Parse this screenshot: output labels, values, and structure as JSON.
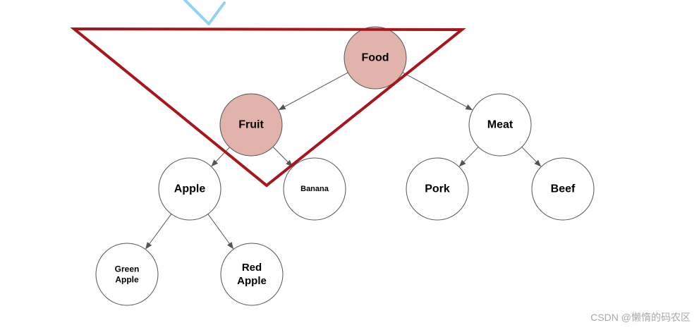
{
  "colors": {
    "highlight_fill": "#e2b3ab",
    "highlight_stroke": "#555555",
    "node_fill": "#ffffff",
    "node_stroke": "#555555",
    "edge": "#555555",
    "triangle": "#a6161a",
    "pen_marker": "#8fd3f0"
  },
  "nodes": {
    "food": {
      "lines": [
        "Food"
      ],
      "highlighted": true
    },
    "fruit": {
      "lines": [
        "Fruit"
      ],
      "highlighted": true
    },
    "meat": {
      "lines": [
        "Meat"
      ],
      "highlighted": false
    },
    "apple": {
      "lines": [
        "Apple"
      ],
      "highlighted": false
    },
    "banana": {
      "lines": [
        "Banana"
      ],
      "highlighted": false
    },
    "pork": {
      "lines": [
        "Pork"
      ],
      "highlighted": false
    },
    "beef": {
      "lines": [
        "Beef"
      ],
      "highlighted": false
    },
    "green_apple": {
      "lines": [
        "Green",
        "Apple"
      ],
      "highlighted": false
    },
    "red_apple": {
      "lines": [
        "Red",
        "Apple"
      ],
      "highlighted": false
    }
  },
  "edges": [
    {
      "from": "food",
      "to": "fruit"
    },
    {
      "from": "food",
      "to": "meat"
    },
    {
      "from": "fruit",
      "to": "apple"
    },
    {
      "from": "fruit",
      "to": "banana"
    },
    {
      "from": "meat",
      "to": "pork"
    },
    {
      "from": "meat",
      "to": "beef"
    },
    {
      "from": "apple",
      "to": "green_apple"
    },
    {
      "from": "apple",
      "to": "red_apple"
    }
  ],
  "watermark": "CSDN @懒惰的码农区"
}
